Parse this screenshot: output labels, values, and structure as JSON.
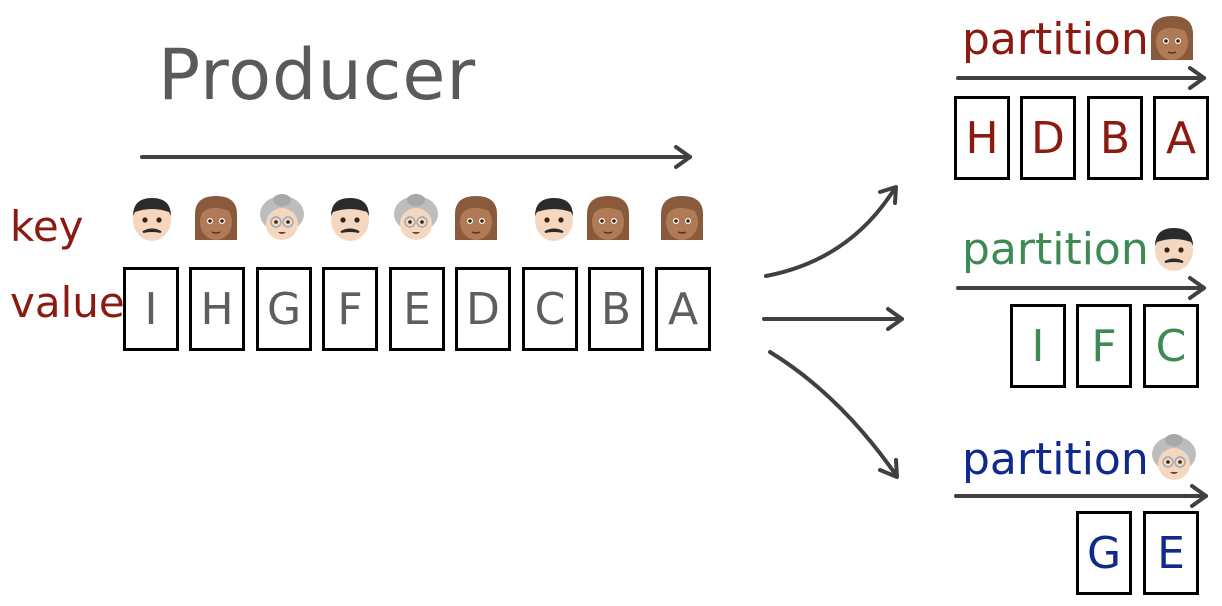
{
  "producer": {
    "title": "Producer",
    "key_label": "key",
    "value_label": "value",
    "records": [
      {
        "key": "man",
        "value": "I"
      },
      {
        "key": "woman",
        "value": "H"
      },
      {
        "key": "old-woman",
        "value": "G"
      },
      {
        "key": "man",
        "value": "F"
      },
      {
        "key": "old-woman",
        "value": "E"
      },
      {
        "key": "woman",
        "value": "D"
      },
      {
        "key": "man",
        "value": "C"
      },
      {
        "key": "woman",
        "value": "B"
      },
      {
        "key": "woman",
        "value": "A"
      }
    ]
  },
  "partitions": [
    {
      "label": "partition",
      "key": "woman",
      "color": "#8b1a10",
      "values": [
        "H",
        "D",
        "B",
        "A"
      ]
    },
    {
      "label": "partition",
      "key": "man",
      "color": "#3e8a54",
      "values": [
        "I",
        "F",
        "C"
      ]
    },
    {
      "label": "partition",
      "key": "old-woman",
      "color": "#0f2a8c",
      "values": [
        "G",
        "E"
      ]
    }
  ],
  "colors": {
    "arrow": "#404040",
    "producer_text": "#5a5a5a",
    "label_red": "#8b1a10"
  }
}
